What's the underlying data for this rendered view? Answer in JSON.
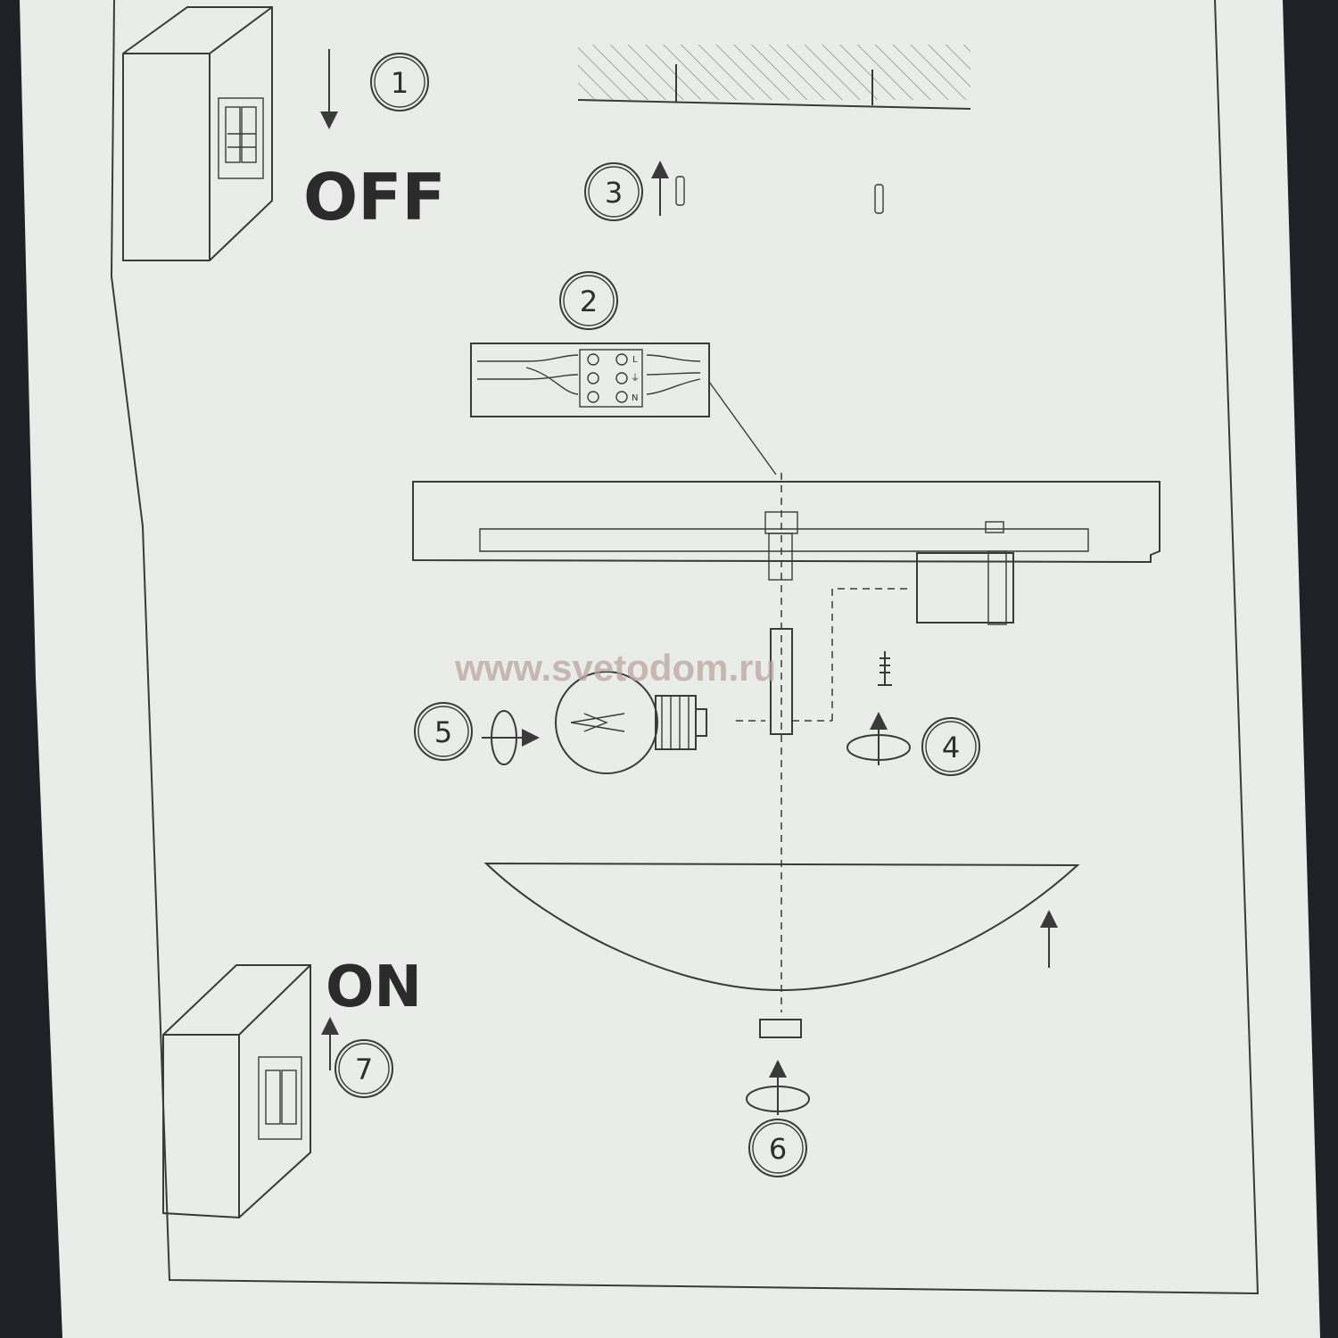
{
  "colors": {
    "background": "#1f2126",
    "paper": "#e9ece8",
    "line": "#3a3a3a",
    "watermark": "#b9a6a1"
  },
  "switch_off": {
    "label": "OFF",
    "icon": "breaker-switch-off-icon"
  },
  "switch_on": {
    "label": "ON",
    "icon": "breaker-switch-on-icon"
  },
  "steps": [
    {
      "number": "1"
    },
    {
      "number": "2"
    },
    {
      "number": "3"
    },
    {
      "number": "4"
    },
    {
      "number": "5"
    },
    {
      "number": "6"
    },
    {
      "number": "7"
    }
  ],
  "terminal_block": {
    "labels": [
      "L",
      "⏚",
      "N"
    ]
  },
  "watermark": "www.svetodom.ru"
}
